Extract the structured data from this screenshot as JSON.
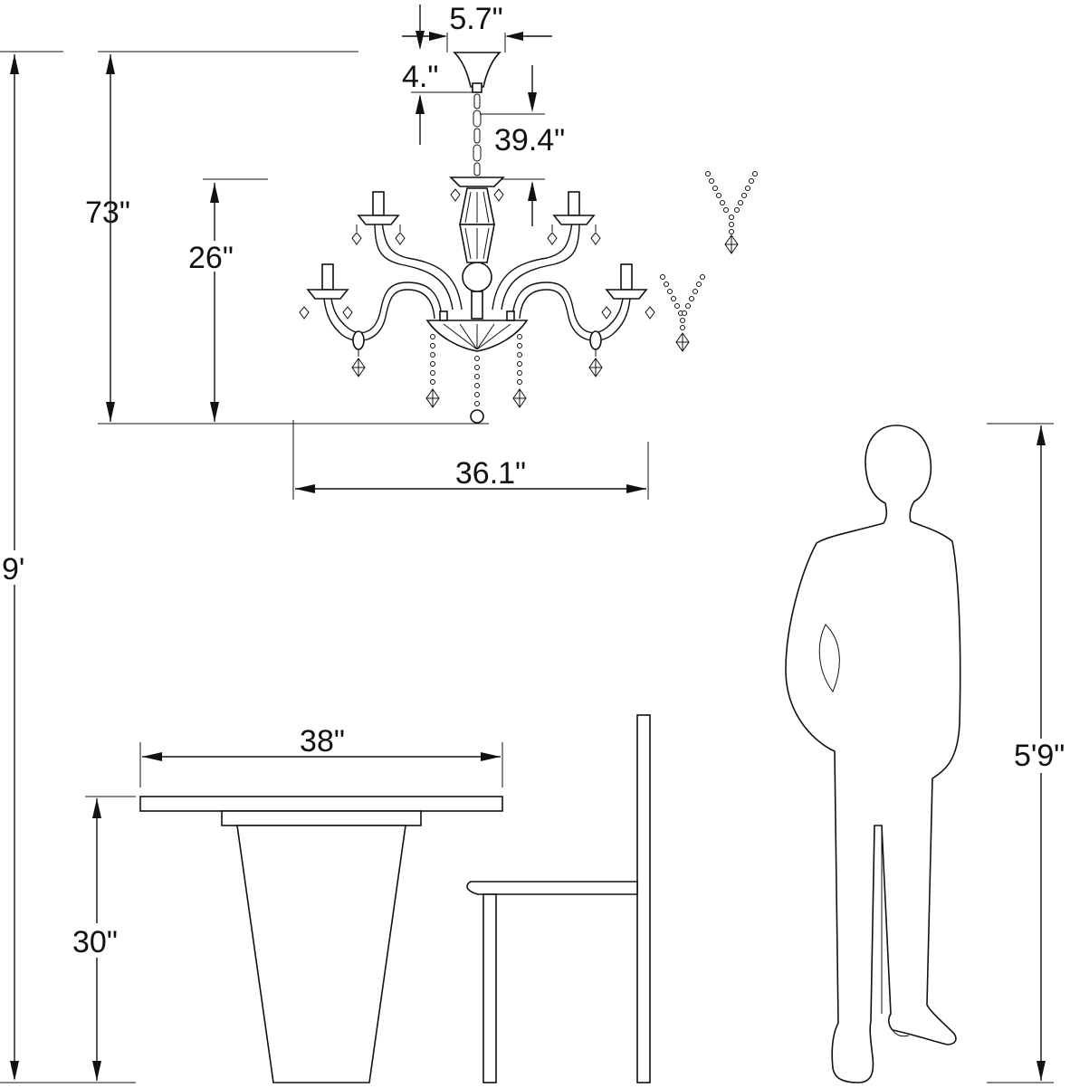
{
  "colors": {
    "line": "#111111",
    "background": "#ffffff"
  },
  "dimensions": {
    "canopy_width": "5.7\"",
    "canopy_height": "4.\"",
    "chain_length": "39.4\"",
    "overall_height": "73\"",
    "body_height": "26\"",
    "fixture_width": "36.1\"",
    "ceiling_height": "9'",
    "table_width": "38\"",
    "table_height": "30\"",
    "person_height": "5'9\""
  }
}
